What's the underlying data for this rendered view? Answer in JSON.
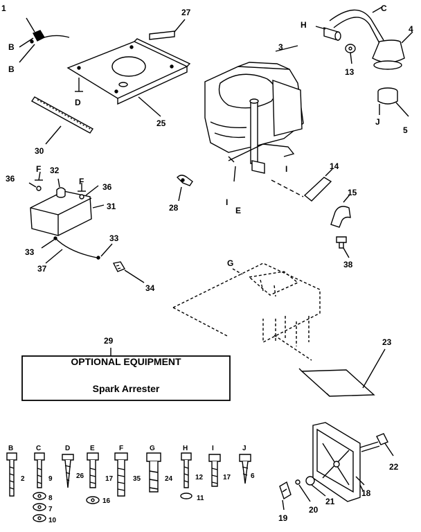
{
  "callouts": {
    "c1": "1",
    "c2": "2",
    "c3": "3",
    "c4": "4",
    "c5": "5",
    "c6": "6",
    "c7": "7",
    "c8": "8",
    "c9": "9",
    "c10": "10",
    "c11": "11",
    "c12": "12",
    "c13": "13",
    "c14": "14",
    "c15": "15",
    "c16": "16",
    "c17a": "17",
    "c17b": "17",
    "c18": "18",
    "c19": "19",
    "c20": "20",
    "c21": "21",
    "c22": "22",
    "c23": "23",
    "c24": "24",
    "c25": "25",
    "c26": "26",
    "c27": "27",
    "c28": "28",
    "c29": "29",
    "c30": "30",
    "c31": "31",
    "c32": "32",
    "c33a": "33",
    "c33b": "33",
    "c34": "34",
    "c35": "35",
    "c36a": "36",
    "c36b": "36",
    "c37": "37",
    "c38": "38"
  },
  "refs": {
    "B1": "B",
    "B2": "B",
    "C": "C",
    "D": "D",
    "E": "E",
    "F1": "F",
    "F2": "F",
    "G": "G",
    "H": "H",
    "I1": "I",
    "I2": "I",
    "J": "J"
  },
  "hardware_row": {
    "B": "B",
    "C": "C",
    "D": "D",
    "E": "E",
    "F": "F",
    "G": "G",
    "H": "H",
    "I": "I",
    "J": "J"
  },
  "optional_box": {
    "title": "OPTIONAL EQUIPMENT",
    "subtitle": "Spark Arrester"
  }
}
